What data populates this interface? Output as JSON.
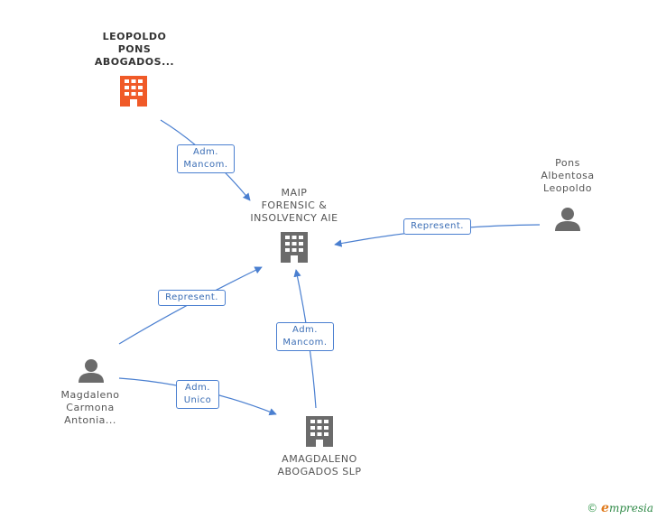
{
  "nodes": {
    "leopoldo": {
      "label": "LEOPOLDO\nPONS\nABOGADOS...",
      "icon": "building-icon",
      "color": "#f05a28"
    },
    "maip": {
      "label": "MAIP\nFORENSIC &\nINSOLVENCY AIE",
      "icon": "building-icon",
      "color": "#6b6b6b"
    },
    "pons": {
      "label": "Pons\nAlbentosa\nLeopoldo",
      "icon": "person-icon",
      "color": "#6b6b6b"
    },
    "magdaleno": {
      "label": "Magdaleno\nCarmona\nAntonia...",
      "icon": "person-icon",
      "color": "#6b6b6b"
    },
    "amagdaleno": {
      "label": "AMAGDALENO\nABOGADOS SLP",
      "icon": "building-icon",
      "color": "#6b6b6b"
    }
  },
  "edges": {
    "e1": {
      "label": "Adm.\nMancom."
    },
    "e2": {
      "label": "Represent."
    },
    "e3": {
      "label": "Represent."
    },
    "e4": {
      "label": "Adm.\nMancom."
    },
    "e5": {
      "label": "Adm.\nUnico"
    }
  },
  "colors": {
    "edge": "#4a7fd0"
  },
  "footer": {
    "copyright": "©",
    "brand": "mpresia",
    "brand_initial": "e"
  }
}
